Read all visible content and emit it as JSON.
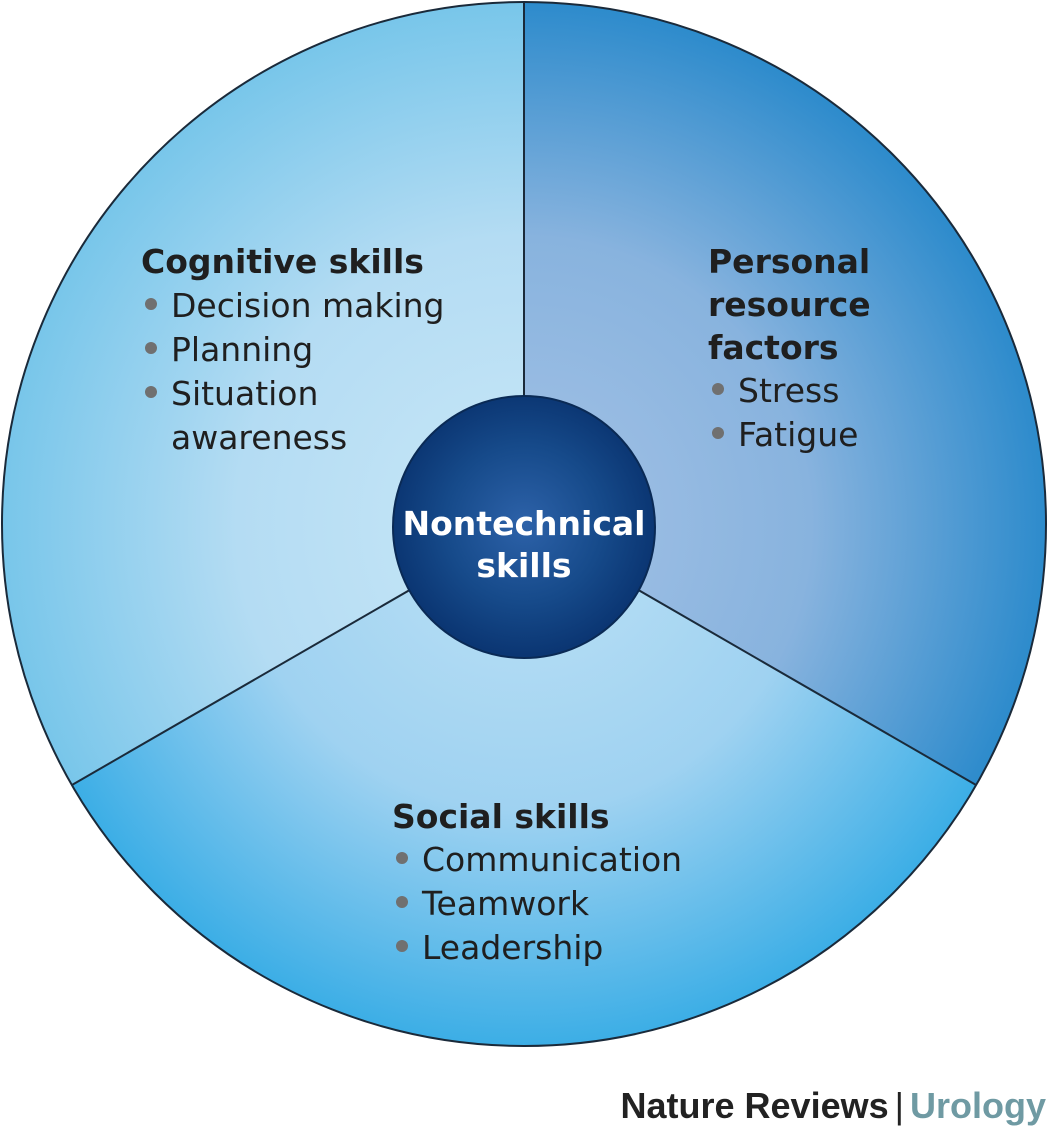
{
  "center": {
    "line1": "Nontechnical",
    "line2": "skills"
  },
  "sectors": {
    "cognitive": {
      "title": "Cognitive skills",
      "items": [
        "Decision making",
        "Planning",
        "Situation",
        "awareness"
      ]
    },
    "personal": {
      "title_lines": [
        "Personal",
        "resource",
        "factors"
      ],
      "items": [
        "Stress",
        "Fatigue"
      ]
    },
    "social": {
      "title": "Social skills",
      "items": [
        "Communication",
        "Teamwork",
        "Leadership"
      ]
    }
  },
  "footer": {
    "journal": "Nature Reviews",
    "separator": "|",
    "subject": "Urology"
  },
  "colors": {
    "outline": "#1a2a3a",
    "center_dark": "#0d3c7a",
    "center_light": "#2a5ea6",
    "cognitive_light": "#c2e4f6",
    "cognitive_edge": "#7fc8ea",
    "personal_light": "#9bbce4",
    "personal_edge": "#2f8ccb",
    "social_light": "#b2dcf4",
    "social_edge": "#40ace4",
    "subject_color": "#6f9aa3"
  }
}
